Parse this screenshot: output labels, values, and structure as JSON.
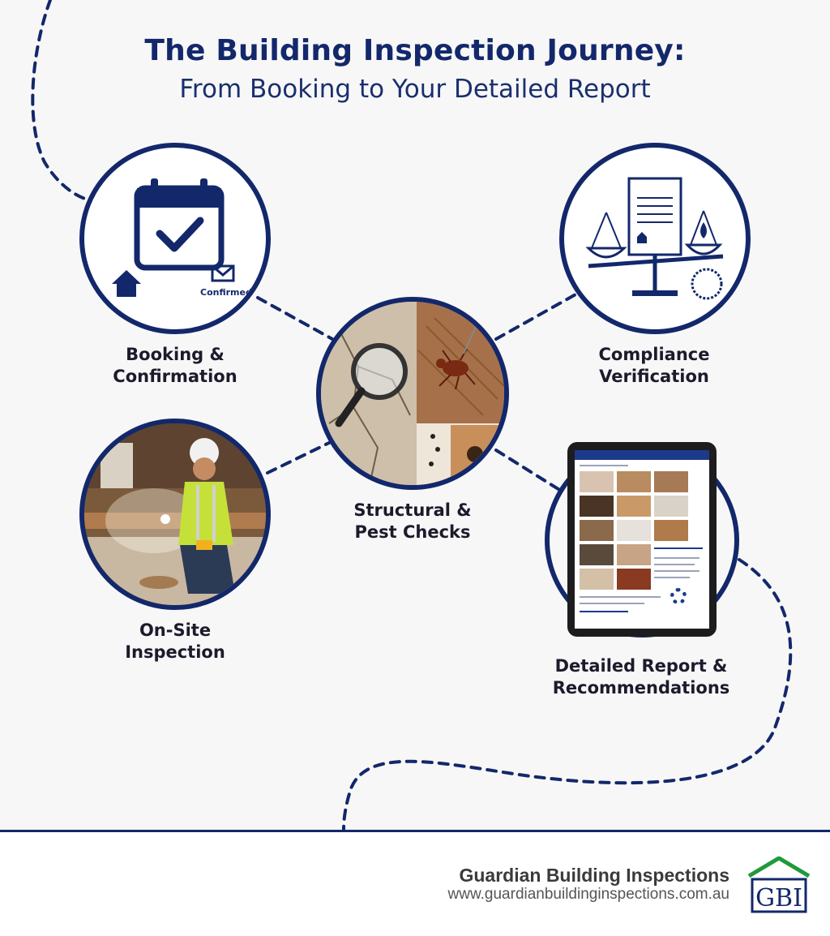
{
  "title": {
    "line1": "The Building Inspection Journey:",
    "line2": "From Booking to Your Detailed Report"
  },
  "steps": {
    "booking": {
      "line1": "Booking &",
      "line2": "Confirmation",
      "badge": "Confirmed"
    },
    "onsite": {
      "line1": "On-Site",
      "line2": "Inspection"
    },
    "structural": {
      "line1": "Structural &",
      "line2": "Pest Checks"
    },
    "compliance": {
      "line1": "Compliance",
      "line2": "Verification"
    },
    "report": {
      "line1": "Detailed Report &",
      "line2": "Recommendations"
    }
  },
  "footer": {
    "company": "Guardian Building Inspections",
    "url": "www.guardianbuildinginspections.com.au",
    "logo_text": "GBI"
  },
  "colors": {
    "navy": "#13286b",
    "logo_green": "#1f9a3a",
    "background": "#f7f7f7"
  }
}
